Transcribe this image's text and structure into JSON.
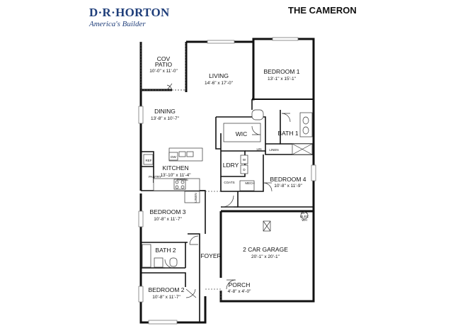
{
  "brand": {
    "logo_text": "D·R·HORTON",
    "tagline": "America's Builder",
    "color": "#1f3e7a"
  },
  "title": "THE CAMERON",
  "rooms": {
    "cov_patio": {
      "name": "COV\nPATIO",
      "dims": "10'-0\" x 11'-0\""
    },
    "living": {
      "name": "LIVING",
      "dims": "14'-6\" x 17'-0\""
    },
    "bedroom1": {
      "name": "BEDROOM 1",
      "dims": "13'-1\" x 15'-1\""
    },
    "dining": {
      "name": "DINING",
      "dims": "13'-8\" x 10'-7\""
    },
    "wic": {
      "name": "WIC"
    },
    "bath1": {
      "name": "BATH 1"
    },
    "linen": {
      "name": "LINEN"
    },
    "lin": {
      "name": "LIN"
    },
    "ldry": {
      "name": "LDRY"
    },
    "kitchen": {
      "name": "KITCHEN",
      "dims": "13'-10\" x 11'-4\""
    },
    "bedroom4": {
      "name": "BEDROOM 4",
      "dims": "10'-8\" x 11'-9\""
    },
    "coats": {
      "name": "COATS"
    },
    "mech": {
      "name": "MECH"
    },
    "bedroom3": {
      "name": "BEDROOM 3",
      "dims": "10'-8\" x 11'-7\""
    },
    "bath2": {
      "name": "BATH 2"
    },
    "foyer": {
      "name": "FOYER"
    },
    "garage": {
      "name": "2 CAR GARAGE",
      "dims": "20'-1\" x 20'-1\""
    },
    "porch": {
      "name": "PORCH",
      "dims": "4'-8\" x 4'-0\""
    },
    "bedroom2": {
      "name": "BEDROOM 2",
      "dims": "10'-8\" x 11'-7\""
    }
  },
  "fixtures": {
    "dw": "DW",
    "ref": "REF",
    "pantry": "PANTRY",
    "range": "RANGE",
    "linen_small": "LINEN",
    "washer": "W",
    "dryer": "D",
    "opt_elec_wh": "OPT\nELEC\nWH"
  }
}
